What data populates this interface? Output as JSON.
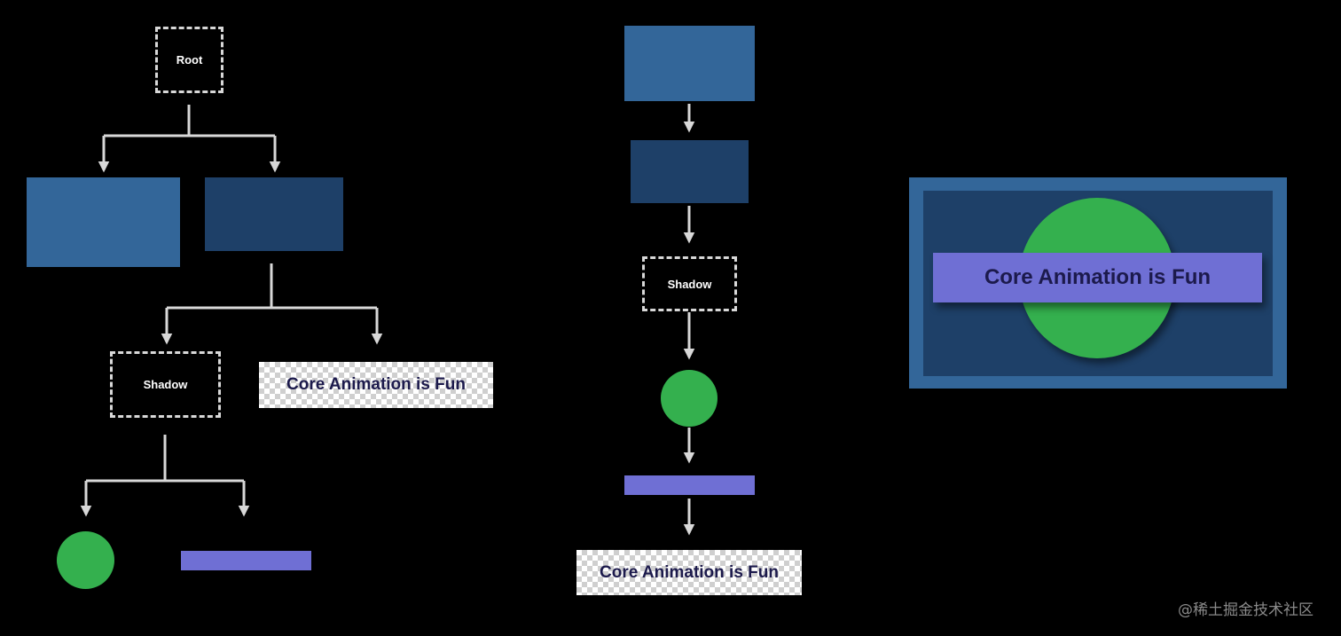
{
  "colors": {
    "background": "#000000",
    "blue_light": "#336699",
    "blue_dark": "#1e4068",
    "green": "#34b04e",
    "purple": "#6f6fd4",
    "line": "#d8d8d8",
    "text_dark": "#1c1a4c"
  },
  "tree": {
    "root_label": "Root",
    "shadow_label": "Shadow",
    "text_layer_label": "Core Animation is Fun"
  },
  "chain": {
    "shadow_label": "Shadow",
    "text_layer_label": "Core Animation is Fun"
  },
  "composite": {
    "text_label": "Core Animation is Fun"
  },
  "watermark": "@稀土掘金技术社区"
}
